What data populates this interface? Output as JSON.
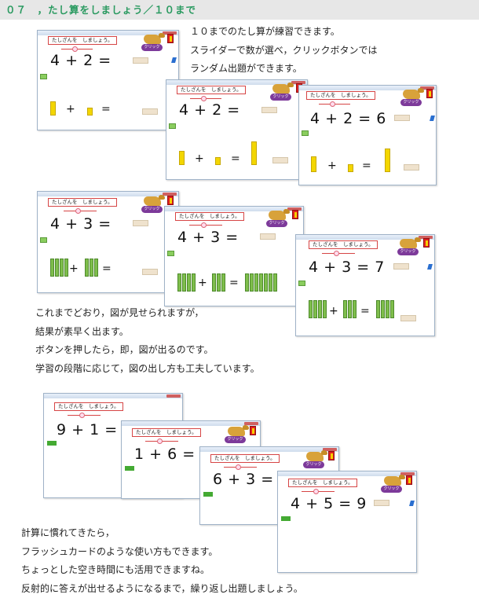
{
  "header": {
    "title": "０７　，たし算をしましょう／１０まで"
  },
  "paragraphs": [
    {
      "lines": [
        "１０までのたし算が練習できます。",
        "スライダーで数が選べ，クリックボタンでは",
        "ランダム出題ができます。"
      ]
    },
    {
      "lines": [
        "これまでどおり，図が見せられますが，",
        "結果が素早く出ます。",
        "ボタンを押したら，即，図が出るのです。",
        "学習の段階に応じて，図の出し方も工夫しています。"
      ]
    },
    {
      "lines": [
        "計算に慣れてきたら，",
        "フラッシュカードのような使い方もできます。",
        "ちょっとした空き時間にも活用できますね。",
        "反射的に答えが出せるようになるまで，繰り返し出題しましょう。"
      ]
    }
  ],
  "app": {
    "label_a": "たしざんを　しましょう。",
    "label_b": "たしざんを　しましょう。",
    "click": "クリック",
    "plus": "+",
    "equals": "="
  },
  "problems": {
    "g1": [
      {
        "a": "4",
        "b": "2",
        "answer": ""
      },
      {
        "a": "4",
        "b": "2",
        "answer": ""
      },
      {
        "a": "4",
        "b": "2",
        "answer": "6"
      }
    ],
    "g2": [
      {
        "a": "4",
        "b": "3",
        "answer": ""
      },
      {
        "a": "4",
        "b": "3",
        "answer": ""
      },
      {
        "a": "4",
        "b": "3",
        "answer": "7"
      }
    ],
    "g3": [
      {
        "a": "9",
        "b": "1",
        "answer": ""
      },
      {
        "a": "1",
        "b": "6",
        "answer": ""
      },
      {
        "a": "6",
        "b": "3",
        "answer": ""
      },
      {
        "a": "4",
        "b": "5",
        "answer": "9"
      }
    ]
  },
  "colors": {
    "header_text": "#2a9a60",
    "label_border": "#d64545",
    "click_button": "#7d3a9a",
    "block_yellow": "#f3d600",
    "block_green": "#7fbe4c"
  }
}
